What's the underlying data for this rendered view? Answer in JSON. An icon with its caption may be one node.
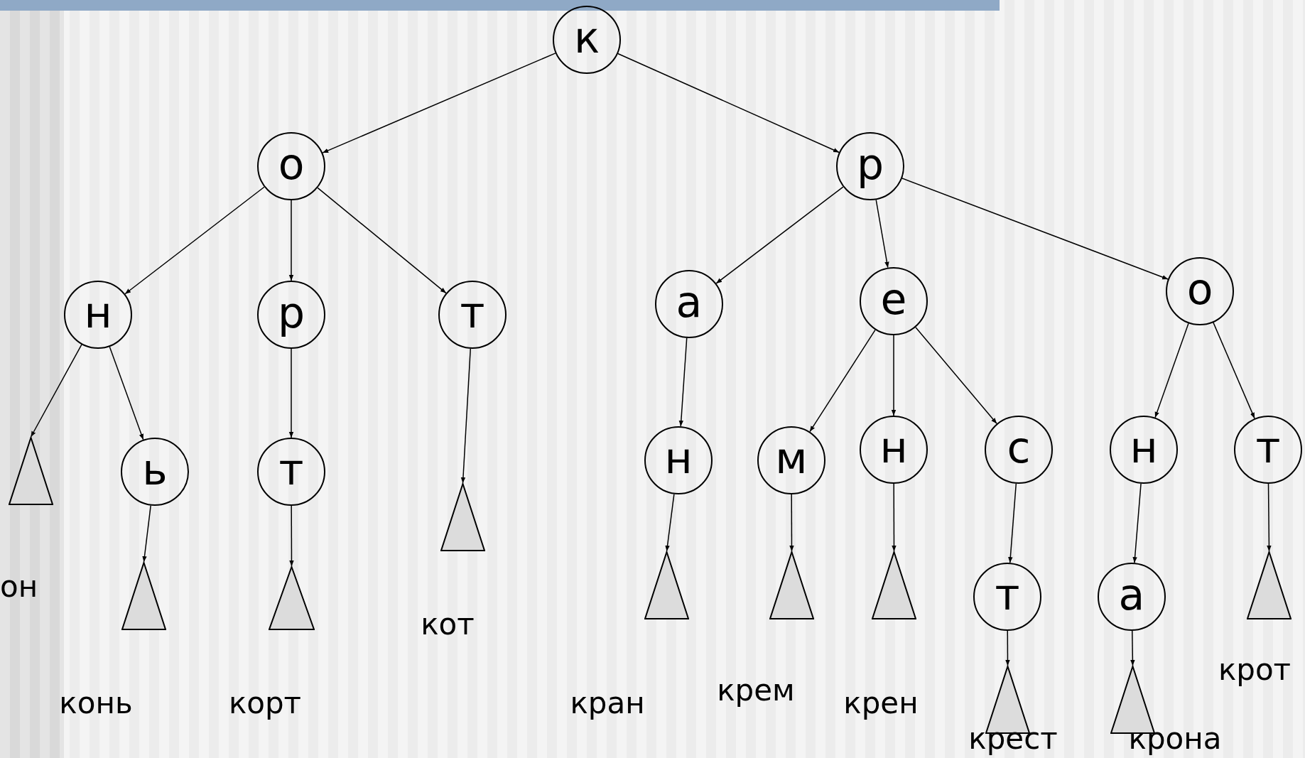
{
  "diagram": {
    "nodes": [
      {
        "text": [
          "к"
        ]
      },
      {
        "text": [
          "о"
        ]
      },
      {
        "text": [
          "р"
        ]
      },
      {
        "text": [
          "н"
        ]
      },
      {
        "text": [
          "р"
        ]
      },
      {
        "text": [
          "т"
        ]
      },
      {
        "text": [
          "а"
        ]
      },
      {
        "text": [
          "е"
        ]
      },
      {
        "text": [
          "о"
        ]
      },
      {
        "text": [],
        "shape": "triangle"
      },
      {
        "text": [
          "ь"
        ]
      },
      {
        "text": [
          "т"
        ]
      },
      {
        "text": [],
        "shape": "triangle"
      },
      {
        "text": [
          "н"
        ]
      },
      {
        "text": [
          "м"
        ]
      },
      {
        "text": [
          "н"
        ]
      },
      {
        "text": [
          "с"
        ]
      },
      {
        "text": [
          "н"
        ]
      },
      {
        "text": [
          "т"
        ]
      },
      {
        "text": [],
        "shape": "triangle"
      },
      {
        "text": [],
        "shape": "triangle"
      },
      {
        "text": [],
        "shape": "triangle"
      },
      {
        "text": [],
        "shape": "triangle"
      },
      {
        "text": [],
        "shape": "triangle"
      },
      {
        "text": [
          "т"
        ]
      },
      {
        "text": [
          "а"
        ]
      },
      {
        "text": [],
        "shape": "triangle"
      },
      {
        "text": [],
        "shape": "triangle"
      },
      {
        "text": [],
        "shape": "triangle"
      }
    ],
    "edges": [
      {
        "from": 0,
        "to": 1,
        "arrow": "to"
      },
      {
        "from": 0,
        "to": 2,
        "arrow": "to"
      },
      {
        "from": 1,
        "to": 3,
        "arrow": "to"
      },
      {
        "from": 1,
        "to": 4,
        "arrow": "to"
      },
      {
        "from": 1,
        "to": 5,
        "arrow": "to"
      },
      {
        "from": 2,
        "to": 6,
        "arrow": "to"
      },
      {
        "from": 2,
        "to": 7,
        "arrow": "to"
      },
      {
        "from": 2,
        "to": 8,
        "arrow": "to"
      },
      {
        "from": 3,
        "to": 9,
        "arrow": "to"
      },
      {
        "from": 3,
        "to": 10,
        "arrow": "to"
      },
      {
        "from": 4,
        "to": 11,
        "arrow": "to"
      },
      {
        "from": 5,
        "to": 12,
        "arrow": "to"
      },
      {
        "from": 6,
        "to": 13,
        "arrow": "to"
      },
      {
        "from": 7,
        "to": 14,
        "arrow": "to"
      },
      {
        "from": 7,
        "to": 15,
        "arrow": "to"
      },
      {
        "from": 7,
        "to": 16,
        "arrow": "to"
      },
      {
        "from": 8,
        "to": 17,
        "arrow": "to"
      },
      {
        "from": 8,
        "to": 18,
        "arrow": "to"
      },
      {
        "from": 10,
        "to": 19,
        "arrow": "to"
      },
      {
        "from": 11,
        "to": 20,
        "arrow": "to"
      },
      {
        "from": 13,
        "to": 21,
        "arrow": "to"
      },
      {
        "from": 14,
        "to": 22,
        "arrow": "to"
      },
      {
        "from": 15,
        "to": 23,
        "arrow": "to"
      },
      {
        "from": 16,
        "to": 24,
        "arrow": "to"
      },
      {
        "from": 17,
        "to": 25,
        "arrow": "to"
      },
      {
        "from": 18,
        "to": 26,
        "arrow": "to"
      },
      {
        "from": 24,
        "to": 27,
        "arrow": "to"
      },
      {
        "from": 25,
        "to": 28,
        "arrow": "to"
      }
    ],
    "labels": [
      "он",
      "кот",
      "конь",
      "корт",
      "кран",
      "крем",
      "крен",
      "крест",
      "крона",
      "крот"
    ]
  }
}
